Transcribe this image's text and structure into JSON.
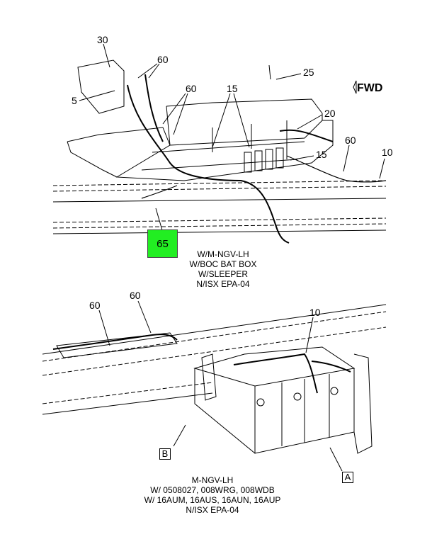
{
  "callouts_top": {
    "c30": "30",
    "c60a": "60",
    "c5": "5",
    "c60b": "60",
    "c15a": "15",
    "c25": "25",
    "c20": "20",
    "c60c": "60",
    "c10a": "10",
    "c15b": "15"
  },
  "fwd_label": "FWD",
  "hotspot_label": "65",
  "caption_top": [
    "W/M-NGV-LH",
    "W/BOC BAT BOX",
    "W/SLEEPER",
    "N/ISX EPA-04"
  ],
  "callouts_bottom": {
    "c60d": "60",
    "c60e": "60",
    "c10b": "10"
  },
  "box_b": "B",
  "box_a": "A",
  "caption_bottom": [
    "M-NGV-LH",
    "W/ 0508027, 008WRG, 008WDB",
    "W/ 16AUM, 16AUS, 16AUN, 16AUP",
    "N/ISX EPA-04"
  ]
}
